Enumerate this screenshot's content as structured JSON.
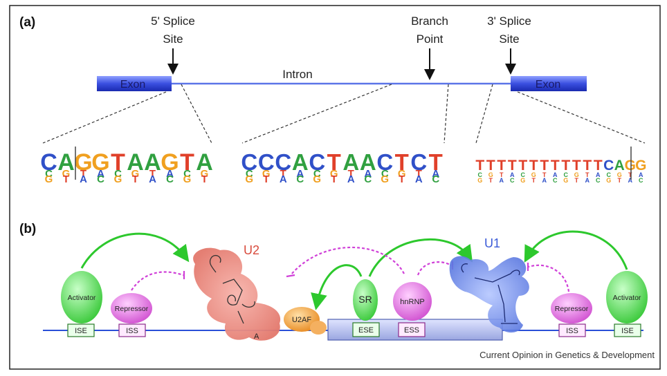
{
  "panel_a": {
    "label": "(a)",
    "five_prime_site": [
      "5' Splice",
      "Site"
    ],
    "branch_point": [
      "Branch",
      "Point"
    ],
    "three_prime_site": [
      "3' Splice",
      "Site"
    ],
    "exon_left": "Exon",
    "exon_right": "Exon",
    "intron": "Intron",
    "logos": {
      "five_prime": {
        "top": [
          "C",
          "A",
          "G",
          "G",
          "T",
          "A",
          "A",
          "G",
          "T",
          "A"
        ],
        "colors": [
          "#3050c8",
          "#30a040",
          "#f0a020",
          "#f0a020",
          "#e0402a",
          "#30a040",
          "#30a040",
          "#f0a020",
          "#e0402a",
          "#30a040"
        ]
      },
      "branch": {
        "top": [
          "C",
          "C",
          "C",
          "A",
          "C",
          "T",
          "A",
          "A",
          "C",
          "T",
          "C",
          "T"
        ],
        "colors": [
          "#3050c8",
          "#3050c8",
          "#3050c8",
          "#30a040",
          "#3050c8",
          "#e0402a",
          "#30a040",
          "#30a040",
          "#3050c8",
          "#e0402a",
          "#3050c8",
          "#e0402a"
        ]
      },
      "three_prime": {
        "top": [
          "T",
          "T",
          "T",
          "T",
          "T",
          "T",
          "T",
          "T",
          "T",
          "T",
          "T",
          "T",
          "C",
          "A",
          "G",
          "G"
        ],
        "colors": [
          "#e0402a",
          "#e0402a",
          "#e0402a",
          "#e0402a",
          "#e0402a",
          "#e0402a",
          "#e0402a",
          "#e0402a",
          "#e0402a",
          "#e0402a",
          "#e0402a",
          "#e0402a",
          "#3050c8",
          "#30a040",
          "#f0a020",
          "#f0a020"
        ]
      }
    }
  },
  "panel_b": {
    "label": "(b)",
    "activator_left": "Activator",
    "repressor_left": "Repressor",
    "u2": "U2",
    "branch_a": "A",
    "u2af": "U2AF",
    "sr": "SR",
    "hnrnp": "hnRNP",
    "u1": "U1",
    "repressor_right": "Repressor",
    "activator_right": "Activator",
    "boxes": {
      "ise_left": "ISE",
      "iss_left": "ISS",
      "ese": "ESE",
      "ess": "ESS",
      "iss_right": "ISS",
      "ise_right": "ISE"
    },
    "colors": {
      "activator": "#5cd45c",
      "repressor": "#e070e0",
      "u2": "#e8867c",
      "u1": "#6a86e0",
      "u2af": "#f0a040",
      "rna_line": "#2a4fd8"
    }
  },
  "credit": "Current Opinion in Genetics & Development"
}
